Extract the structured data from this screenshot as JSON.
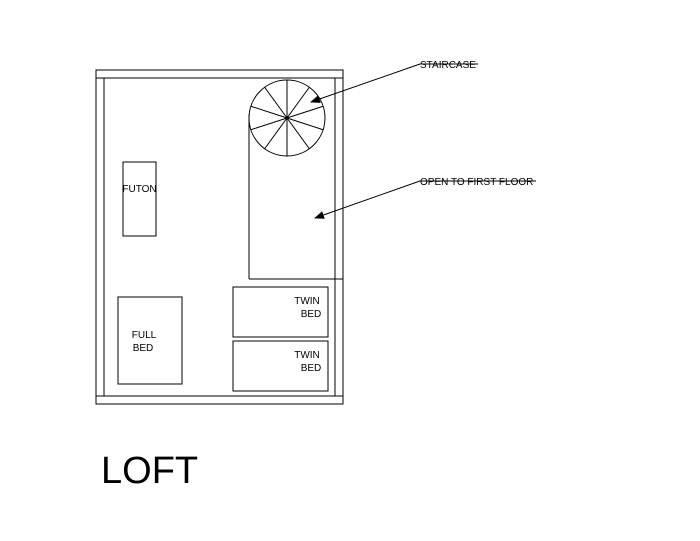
{
  "diagram": {
    "title": "LOFT",
    "labels": {
      "staircase": "STAIRCASE",
      "open_to_first_floor": "OPEN TO FIRST FLOOR",
      "futon": "FUTON",
      "full_bed_line1": "FULL",
      "full_bed_line2": "BED",
      "twin_bed_1_line1": "TWIN",
      "twin_bed_1_line2": "BED",
      "twin_bed_2_line1": "TWIN",
      "twin_bed_2_line2": "BED"
    },
    "spiral_stair_treads": 10
  }
}
